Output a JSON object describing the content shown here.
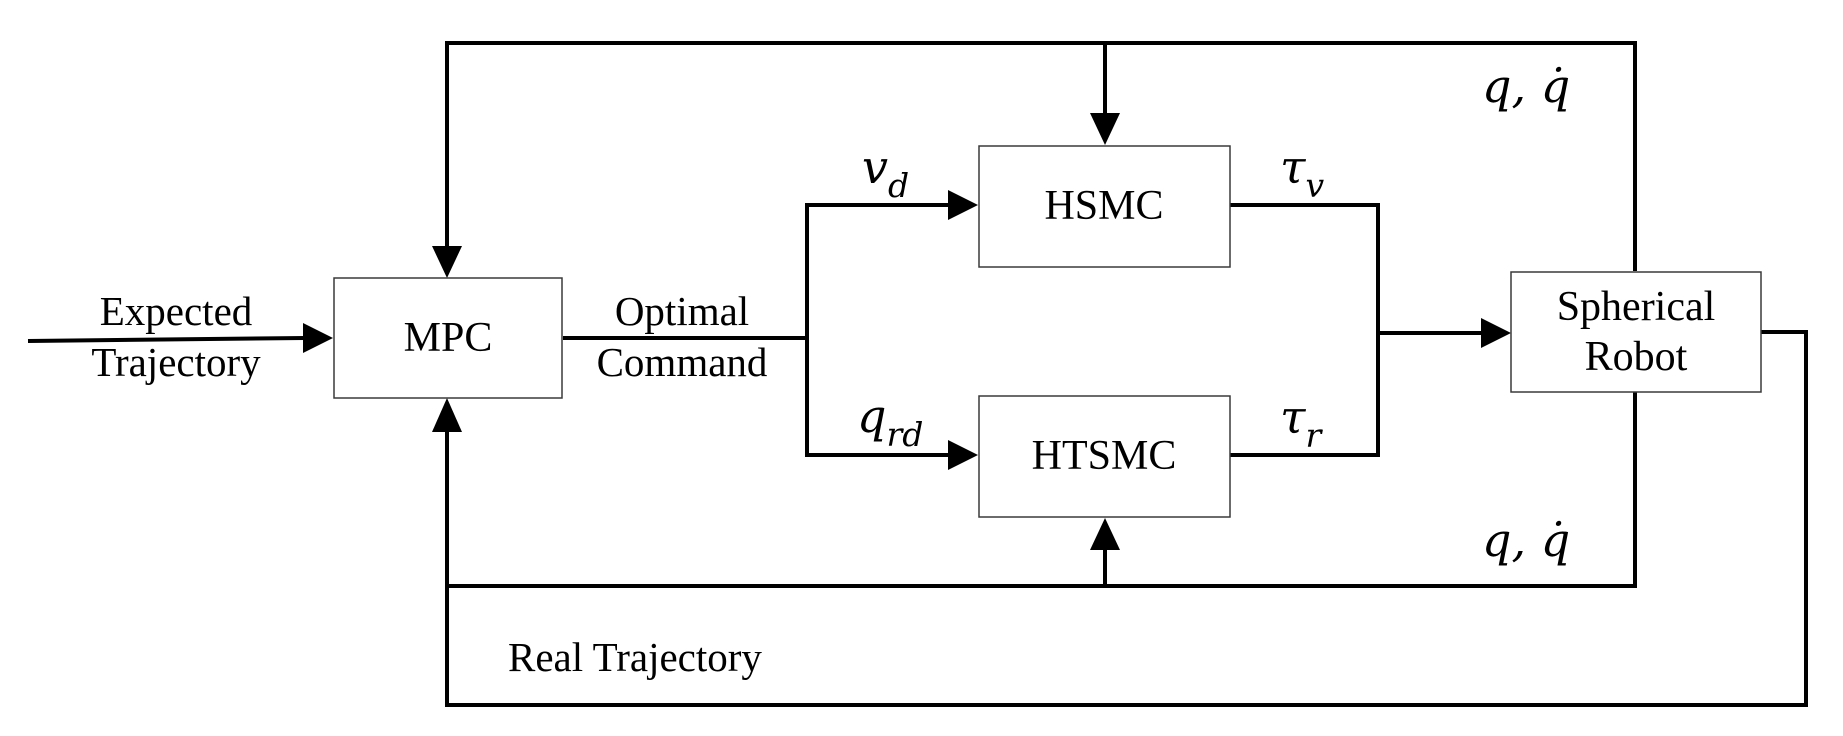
{
  "blocks": {
    "mpc": "MPC",
    "hsmc": "HSMC",
    "htsmc": "HTSMC",
    "robot_line1": "Spherical",
    "robot_line2": "Robot"
  },
  "labels": {
    "expected_line1": "Expected",
    "expected_line2": "Trajectory",
    "optimal_line1": "Optimal",
    "optimal_line2": "Command",
    "real_trajectory": "Real Trajectory"
  },
  "symbols": {
    "vd_main": "v",
    "vd_sub": "d",
    "qrd_main": "q",
    "qrd_sub": "rd",
    "tau_v_main": "τ",
    "tau_v_sub": "v",
    "tau_r_main": "τ",
    "tau_r_sub": "r",
    "state_top": "q, q̇",
    "state_bottom": "q, q̇"
  }
}
